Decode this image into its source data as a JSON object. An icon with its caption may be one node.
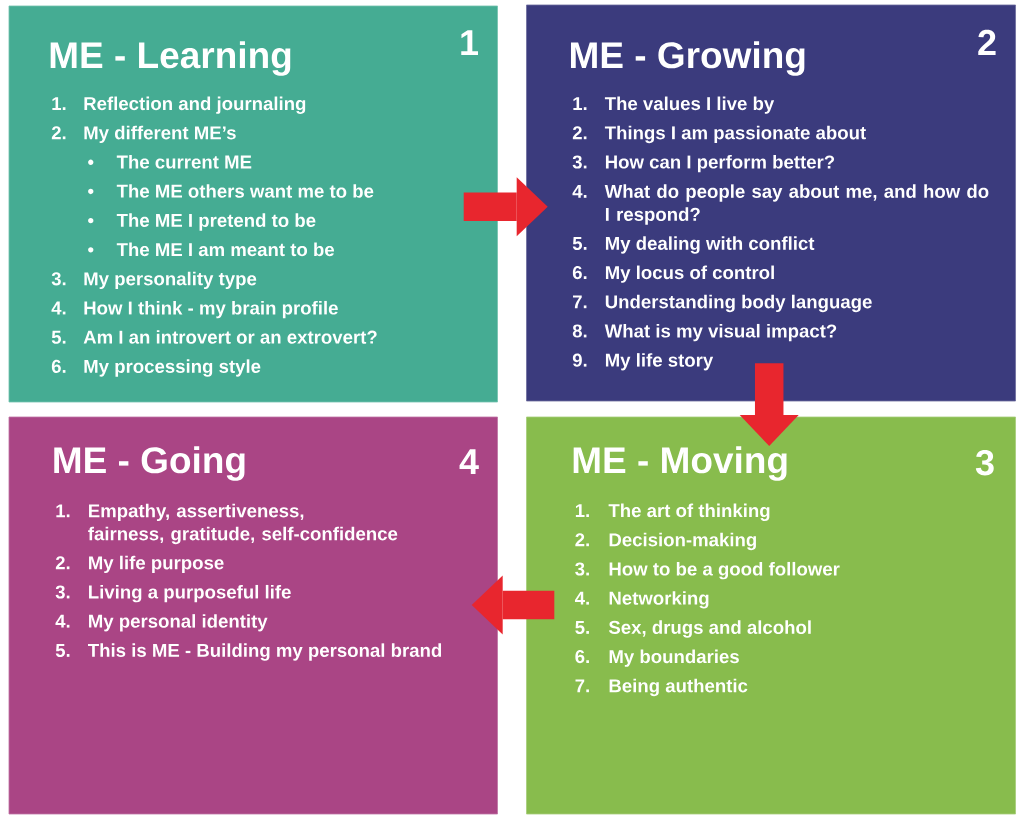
{
  "diagram": {
    "nodes": [
      {
        "text": [
          "ME - Learning",
          "1",
          "1. Reflection and journaling",
          "2. My different ME’s",
          "• The current ME",
          "• The ME others want me to be",
          "• The ME I pretend to be",
          "• The ME I am meant to be",
          "3. My personality type",
          "4. How I think - my brain profile",
          "5. Am I an introvert or an extrovert?",
          "6. My processing style"
        ]
      },
      {
        "text": [
          "ME - Growing",
          "2",
          "1. The values I live by",
          "2. Things I am passionate about",
          "3. How can I perform better?",
          "4. What do people say about me, and how do I respond?",
          "5. My dealing with conflict",
          "6. My locus of control",
          "7. Understanding body language",
          "8. What is my visual impact?",
          "9. My life story"
        ]
      },
      {
        "text": [
          "ME - Going",
          "4",
          "1. Empathy, assertiveness, fairness, gratitude, self-confidence",
          "2. My life purpose",
          "3. Living a purposeful life",
          "4. My personal identity",
          "5. This is ME - Building my personal brand"
        ]
      },
      {
        "text": [
          "ME - Moving",
          "3",
          "1. The art of thinking",
          "2. Decision-making",
          "3. How to be a good follower",
          "4. Networking",
          "5. Sex, drugs and alcohol",
          "6. My boundaries",
          "7. Being authentic"
        ]
      }
    ],
    "edges": [
      {
        "from": 0,
        "to": 1,
        "arrow": "to"
      },
      {
        "from": 1,
        "to": 3,
        "arrow": "to"
      },
      {
        "from": 3,
        "to": 2,
        "arrow": "to"
      }
    ]
  }
}
